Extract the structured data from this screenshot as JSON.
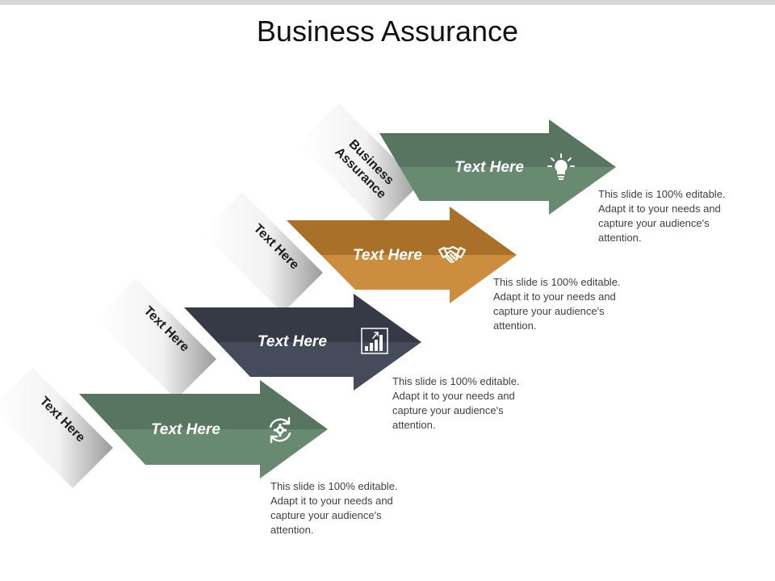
{
  "title": "Business Assurance",
  "steps": [
    {
      "tab_label": "Business Assurance",
      "arrow_label": "Text Here",
      "icon": "lightbulb-icon",
      "color": "#5f7f66",
      "description": "This slide is 100% editable. Adapt it to your needs and capture your audience's attention."
    },
    {
      "tab_label": "Text Here",
      "arrow_label": "Text Here",
      "icon": "handshake-icon",
      "color": "#b97f33",
      "description": "This slide is 100% editable. Adapt it to your needs and capture your audience's attention."
    },
    {
      "tab_label": "Text Here",
      "arrow_label": "Text Here",
      "icon": "bar-chart-icon",
      "color": "#3d4150",
      "description": "This slide is 100% editable. Adapt it to your needs and capture your audience's attention."
    },
    {
      "tab_label": "Text Here",
      "arrow_label": "Text Here",
      "icon": "gear-cycle-icon",
      "color": "#5f7f66",
      "description": "This slide is 100% editable. Adapt it to your needs and capture your audience's attention."
    }
  ]
}
